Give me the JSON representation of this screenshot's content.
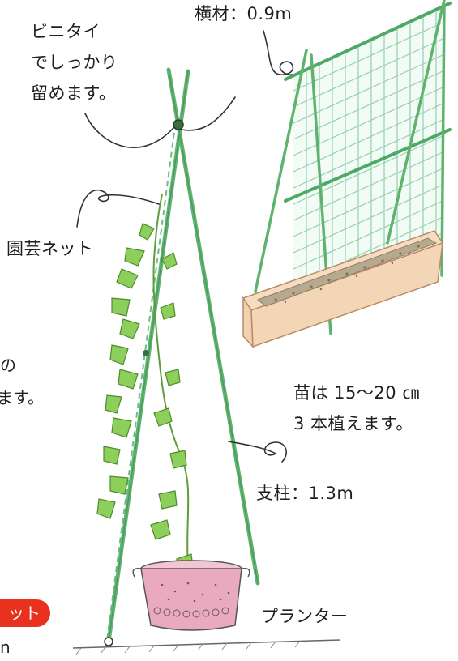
{
  "labels": {
    "crossbar": "横材：0.9m",
    "tie_note": "ビニタイ\nでしっかり\n留めます。",
    "garden_net": "園芸ネット",
    "seedlings": "苗は 15〜20 ㎝\n3 本植えます。",
    "pole": "支柱：1.3m",
    "planter": "プランター"
  },
  "cut_off": {
    "badge": "ット",
    "left_line1": "の",
    "left_line2": "ます。",
    "bottom": "n"
  },
  "colors": {
    "pole_green": "#5fb36f",
    "net_green": "#7cc59a",
    "leaf_green": "#8ccf5a",
    "planter_pink": "#e9a9be",
    "planter_tan": "#f1d2b0",
    "badge_red": "#e8321e"
  }
}
